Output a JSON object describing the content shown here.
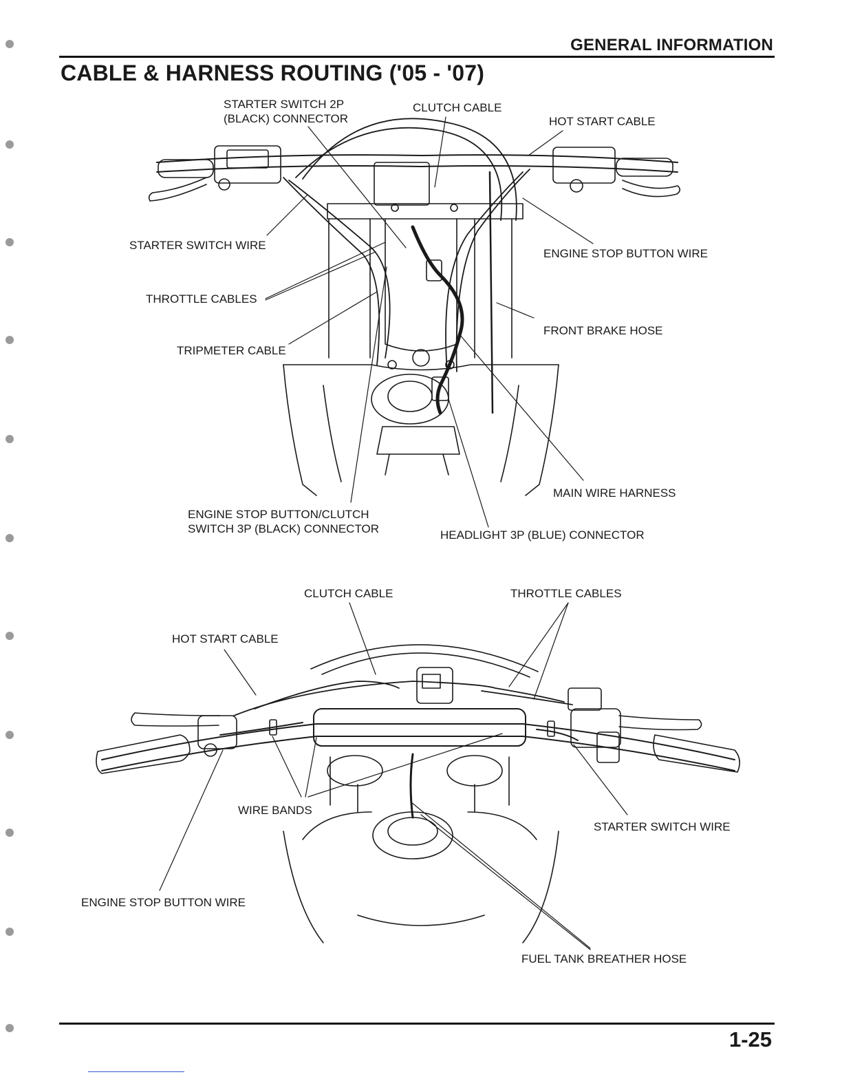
{
  "header": {
    "section": "GENERAL INFORMATION"
  },
  "title": "CABLE & HARNESS ROUTING ('05 - '07)",
  "page_number": "1-25",
  "top_view_labels": {
    "starter_switch_connector": [
      "STARTER SWITCH 2P",
      "(BLACK) CONNECTOR"
    ],
    "clutch_cable": "CLUTCH CABLE",
    "hot_start_cable": "HOT START CABLE",
    "starter_switch_wire": "STARTER SWITCH WIRE",
    "engine_stop_button_wire": "ENGINE STOP BUTTON WIRE",
    "throttle_cables": "THROTTLE CABLES",
    "front_brake_hose": "FRONT BRAKE HOSE",
    "tripmeter_cable": "TRIPMETER CABLE",
    "main_wire_harness": "MAIN WIRE HARNESS",
    "engine_stop_clutch_connector": [
      "ENGINE STOP BUTTON/CLUTCH",
      "SWITCH 3P (BLACK) CONNECTOR"
    ],
    "headlight_connector": "HEADLIGHT 3P (BLUE) CONNECTOR"
  },
  "bottom_view_labels": {
    "clutch_cable": "CLUTCH CABLE",
    "throttle_cables": "THROTTLE CABLES",
    "hot_start_cable": "HOT START CABLE",
    "wire_bands": "WIRE BANDS",
    "starter_switch_wire": "STARTER SWITCH WIRE",
    "engine_stop_button_wire": "ENGINE STOP BUTTON WIRE",
    "fuel_tank_breather_hose": "FUEL TANK BREATHER HOSE"
  }
}
